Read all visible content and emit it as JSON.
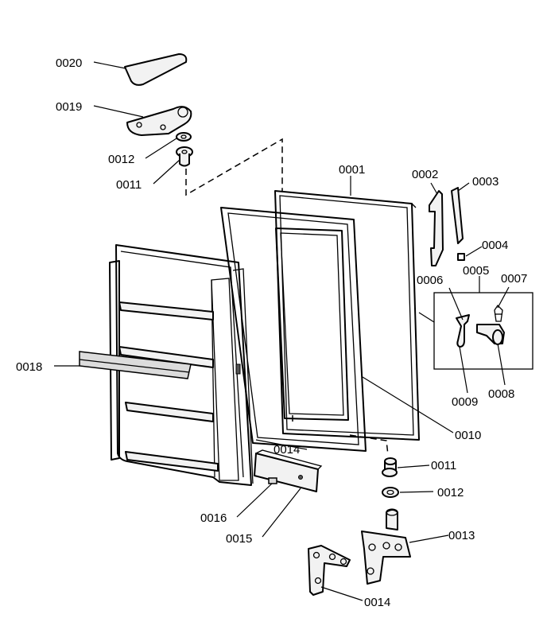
{
  "labels": {
    "p0020": "0020",
    "p0019": "0019",
    "p0012_top": "0012",
    "p0011_top": "0011",
    "p0001": "0001",
    "p0002": "0002",
    "p0003": "0003",
    "p0004": "0004",
    "p0005": "0005",
    "p0006": "0006",
    "p0007": "0007",
    "p0018": "0018",
    "p0009": "0009",
    "p0008": "0008",
    "p0010": "0010",
    "p0014_mid": "0014",
    "p0011_bot": "0011",
    "p0012_bot": "0012",
    "p0016": "0016",
    "p0013": "0013",
    "p0015": "0015",
    "p0014_bot": "0014"
  }
}
